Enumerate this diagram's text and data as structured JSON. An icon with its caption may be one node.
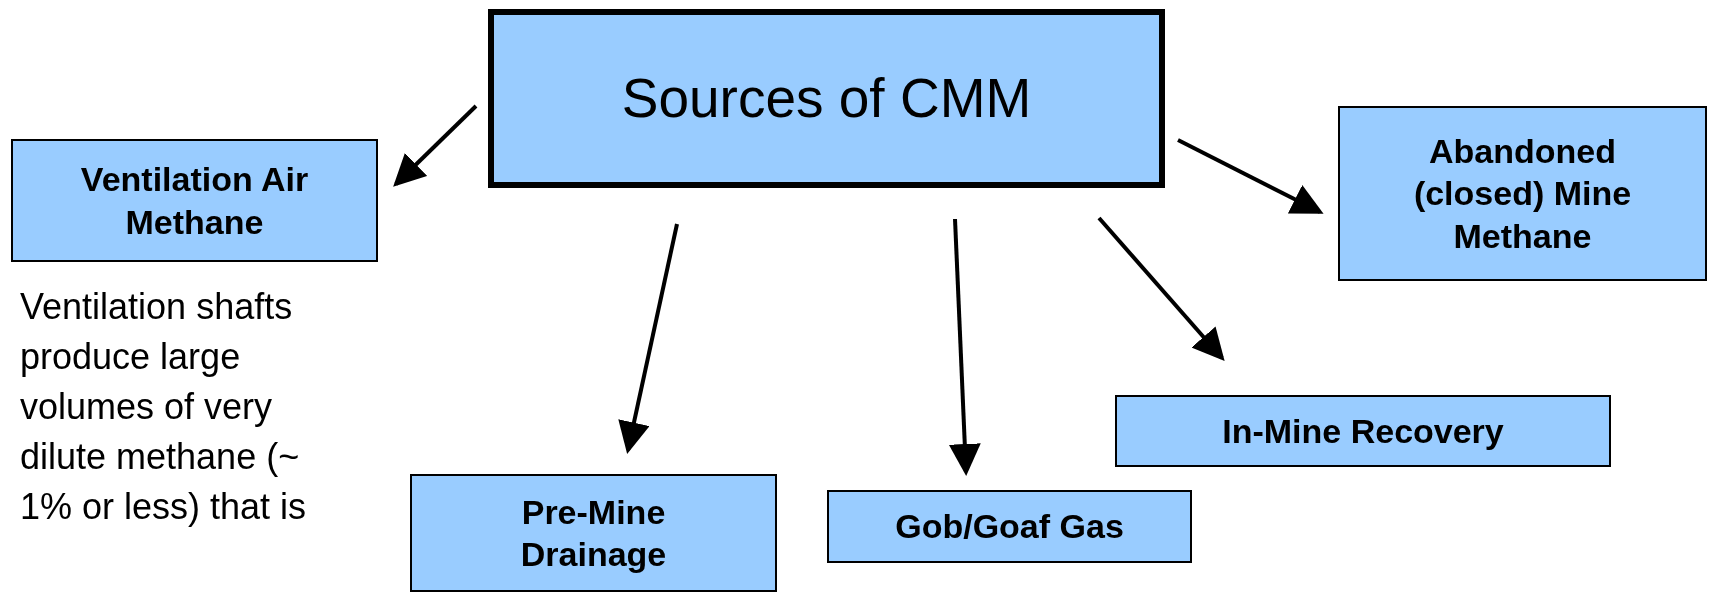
{
  "diagram": {
    "nodes": [
      {
        "text": [
          "Sources of CMM"
        ]
      },
      {
        "text": [
          "Ventilation Air Methane"
        ]
      },
      {
        "text": [
          "Abandoned (closed) Mine Methane"
        ]
      },
      {
        "text": [
          "In-Mine Recovery"
        ]
      },
      {
        "text": [
          "Gob/Goaf Gas"
        ]
      },
      {
        "text": [
          "Pre-Mine Drainage"
        ]
      }
    ],
    "edges": [
      {
        "from": 0,
        "to": 1,
        "arrow": "to"
      },
      {
        "from": 0,
        "to": 5,
        "arrow": "to"
      },
      {
        "from": 0,
        "to": 4,
        "arrow": "to"
      },
      {
        "from": 0,
        "to": 3,
        "arrow": "to"
      },
      {
        "from": 0,
        "to": 2,
        "arrow": "to"
      }
    ],
    "labels": [
      "Ventilation shafts produce large volumes of very dilute methane (~ 1% or less) that is"
    ]
  }
}
